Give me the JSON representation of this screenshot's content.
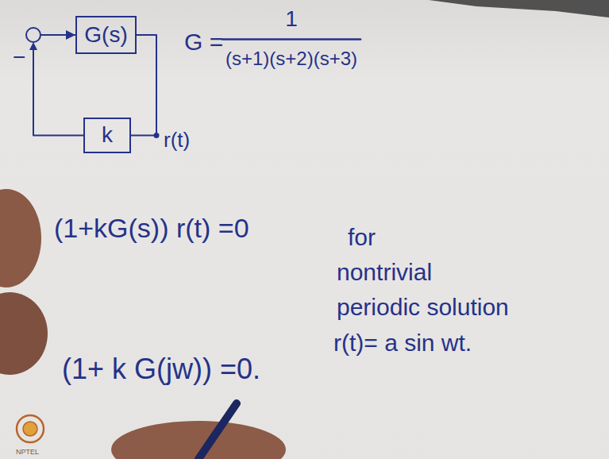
{
  "diagram": {
    "nodes": [
      {
        "text": [
          "G(s)"
        ]
      },
      {
        "text": [
          "k"
        ]
      }
    ],
    "edges": [
      {
        "from": 0,
        "to": 1,
        "arrow": "none"
      },
      {
        "from": 1,
        "to": 0,
        "arrow": "to"
      }
    ],
    "labels": [
      "−",
      "r(t)",
      "G =",
      "1",
      "(s+1)(s+2)(s+3)",
      "(1+kG(s)) r(t) =0",
      "for",
      "nontrivial",
      "periodic solution",
      "r(t)= a sin wt.",
      "(1+ k G(jw)) =0.",
      "NPTEL"
    ]
  }
}
